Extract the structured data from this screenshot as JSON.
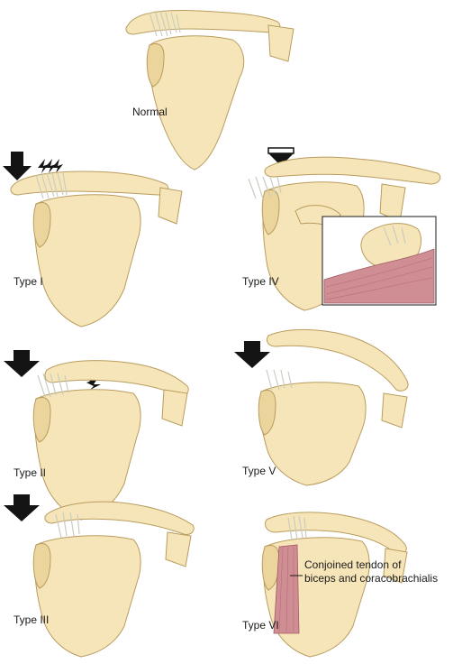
{
  "labels": {
    "normal": "Normal",
    "type_i": "Type I",
    "type_ii": "Type II",
    "type_iii": "Type III",
    "type_iv": "Type IV",
    "type_v": "Type V",
    "type_vi": "Type VI",
    "annotation_line1": "Conjoined tendon of",
    "annotation_line2": "biceps and coracobrachialis"
  },
  "colors": {
    "bone_fill": "#f6e5b8",
    "bone_outline": "#b99c5e",
    "ligament": "#c9cdc0",
    "arrow": "#141414",
    "muscle": "#cf8e93"
  },
  "icons": [
    "force-arrow-icon",
    "impact-spark-icon",
    "inset-frame"
  ]
}
